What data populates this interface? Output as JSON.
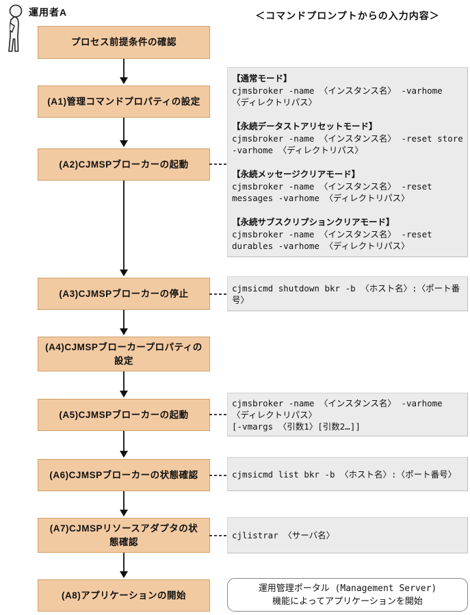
{
  "header": {
    "actor_label": "運用者A",
    "right_title": "＜コマンドプロンプトからの入力内容＞"
  },
  "flow": {
    "steps": [
      {
        "id": "precheck",
        "label": "プロセス前提条件の確認"
      },
      {
        "id": "A1",
        "label": "(A1)管理コマンドプロパティの設定"
      },
      {
        "id": "A2",
        "label": "(A2)CJMSPブローカーの起動"
      },
      {
        "id": "A3",
        "label": "(A3)CJMSPブローカーの停止"
      },
      {
        "id": "A4",
        "label": "(A4)CJMSPブローカープロパティの設定"
      },
      {
        "id": "A5",
        "label": "(A5)CJMSPブローカーの起動"
      },
      {
        "id": "A6",
        "label": "(A6)CJMSPブローカーの状態確認"
      },
      {
        "id": "A7",
        "label": "(A7)CJMSPリソースアダプタの状態確認"
      },
      {
        "id": "A8",
        "label": "(A8)アプリケーションの開始"
      }
    ]
  },
  "commands": {
    "a2_modes": [
      {
        "title": "【通常モード】",
        "line1": "cjmsbroker -name 〈インスタンス名〉 -varhome",
        "line2": "〈ディレクトリパス〉"
      },
      {
        "title": "【永続データストアリセットモード】",
        "line1": "cjmsbroker -name 〈インスタンス名〉 -reset store",
        "line2": "-varhome 〈ディレクトリパス〉"
      },
      {
        "title": "【永続メッセージクリアモード】",
        "line1": "cjmsbroker -name 〈インスタンス名〉 -reset",
        "line2": "messages -varhome 〈ディレクトリパス〉"
      },
      {
        "title": "【永続サブスクリプションクリアモード】",
        "line1": "cjmsbroker -name 〈インスタンス名〉 -reset",
        "line2": "durables -varhome 〈ディレクトリパス〉"
      }
    ],
    "a3": "cjmsicmd shutdown bkr -b 〈ホスト名〉:〈ポート番号〉",
    "a5_line1": "cjmsbroker -name 〈インスタンス名〉 -varhome",
    "a5_line2": "〈ディレクトリパス〉",
    "a5_line3": "[-vmargs 〈引数1〉[引数2…]]",
    "a6": "cjmsicmd list bkr -b 〈ホスト名〉:〈ポート番号〉",
    "a7": "cjlistrar 〈サーバ名〉",
    "a8_line1": "運用管理ポータル (Management Server)",
    "a8_line2": "機能によってアプリケーションを開始"
  },
  "colors": {
    "step_fill": "#f2caa2",
    "step_border": "#cf9e66",
    "cmd_fill": "#ebebeb",
    "text": "#111111"
  }
}
